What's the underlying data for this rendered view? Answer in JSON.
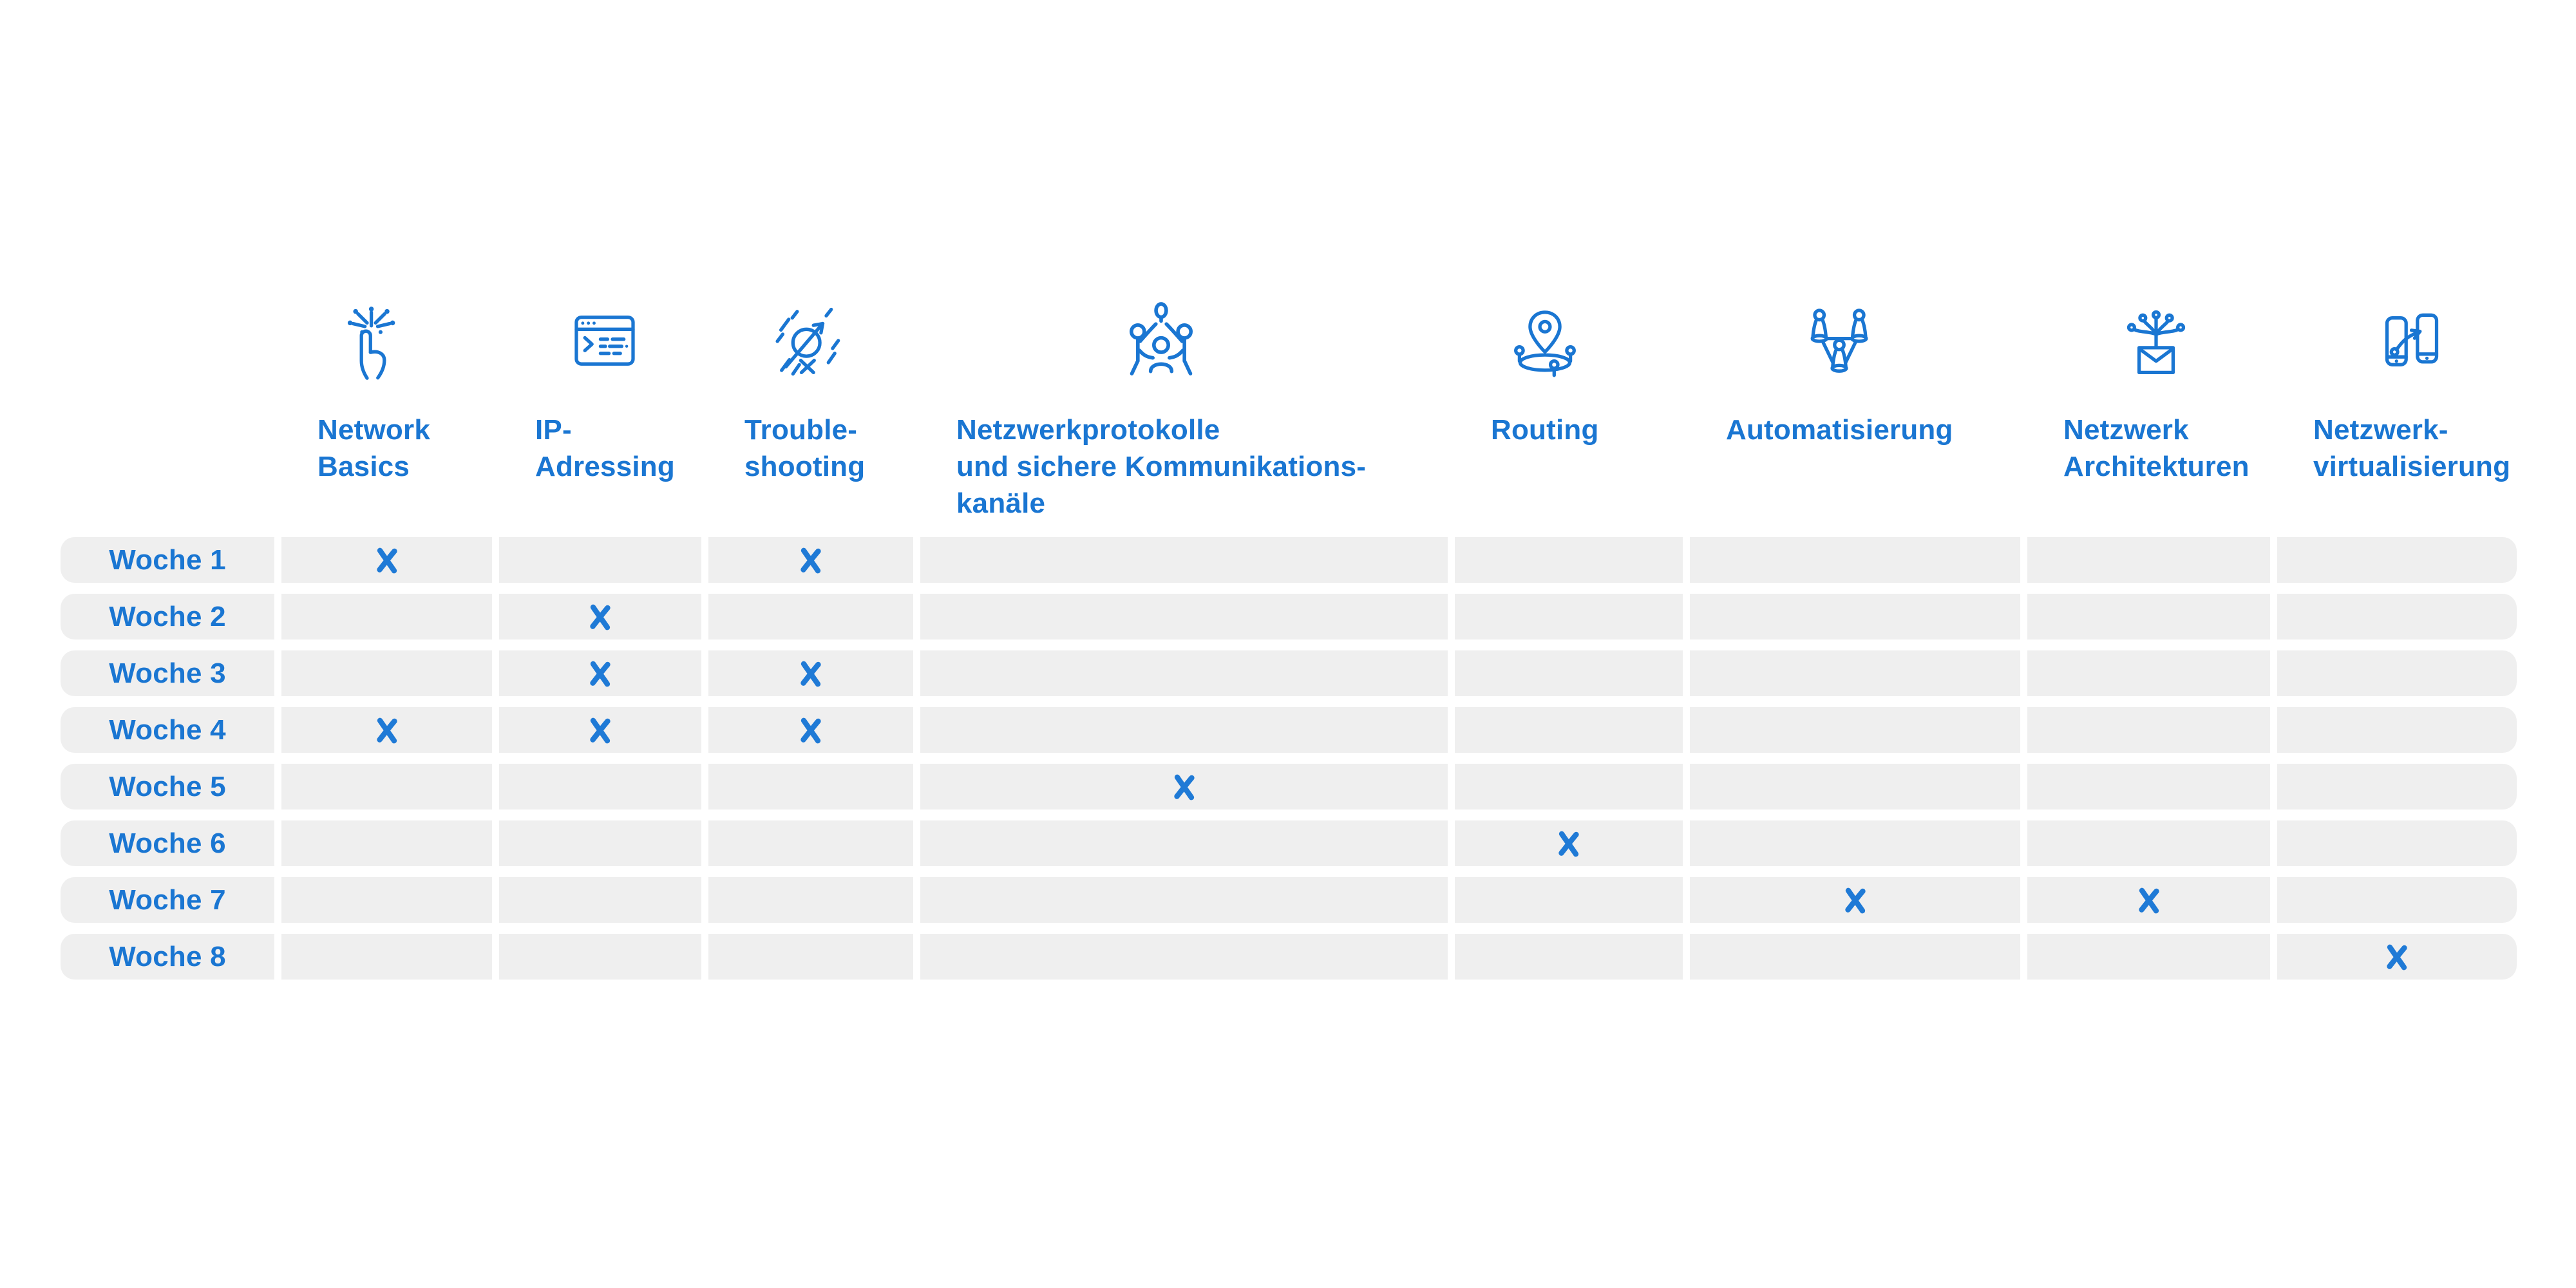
{
  "colors": {
    "accent": "#1a76d2",
    "mark": "#1f7ad6",
    "cell_bg": "#efefef",
    "page_bg": "#ffffff"
  },
  "columns": [
    {
      "icon": "touch-network-icon",
      "label_lines": [
        "Network",
        "Basics"
      ]
    },
    {
      "icon": "terminal-window-icon",
      "label_lines": [
        "IP-",
        "Adressing"
      ]
    },
    {
      "icon": "troubleshoot-icon",
      "label_lines": [
        "Trouble-",
        "shooting"
      ]
    },
    {
      "icon": "team-communication-icon",
      "label_lines": [
        "Netzwerkprotokolle",
        "und sichere Kommunikations-",
        "kanäle"
      ]
    },
    {
      "icon": "routing-pin-icon",
      "label_lines": [
        "Routing"
      ]
    },
    {
      "icon": "automation-nodes-icon",
      "label_lines": [
        "Automatisierung"
      ]
    },
    {
      "icon": "envelope-network-icon",
      "label_lines": [
        "Netzwerk",
        "Architekturen"
      ]
    },
    {
      "icon": "phones-swap-icon",
      "label_lines": [
        "Netzwerk-",
        "virtualisierung"
      ]
    }
  ],
  "rows": [
    {
      "label": "Woche 1",
      "marks": [
        true,
        false,
        true,
        false,
        false,
        false,
        false,
        false
      ]
    },
    {
      "label": "Woche 2",
      "marks": [
        false,
        true,
        false,
        false,
        false,
        false,
        false,
        false
      ]
    },
    {
      "label": "Woche 3",
      "marks": [
        false,
        true,
        true,
        false,
        false,
        false,
        false,
        false
      ]
    },
    {
      "label": "Woche 4",
      "marks": [
        true,
        true,
        true,
        false,
        false,
        false,
        false,
        false
      ]
    },
    {
      "label": "Woche 5",
      "marks": [
        false,
        false,
        false,
        true,
        false,
        false,
        false,
        false
      ]
    },
    {
      "label": "Woche 6",
      "marks": [
        false,
        false,
        false,
        false,
        true,
        false,
        false,
        false
      ]
    },
    {
      "label": "Woche 7",
      "marks": [
        false,
        false,
        false,
        false,
        false,
        true,
        true,
        false
      ]
    },
    {
      "label": "Woche 8",
      "marks": [
        false,
        false,
        false,
        false,
        false,
        false,
        false,
        true
      ]
    }
  ]
}
